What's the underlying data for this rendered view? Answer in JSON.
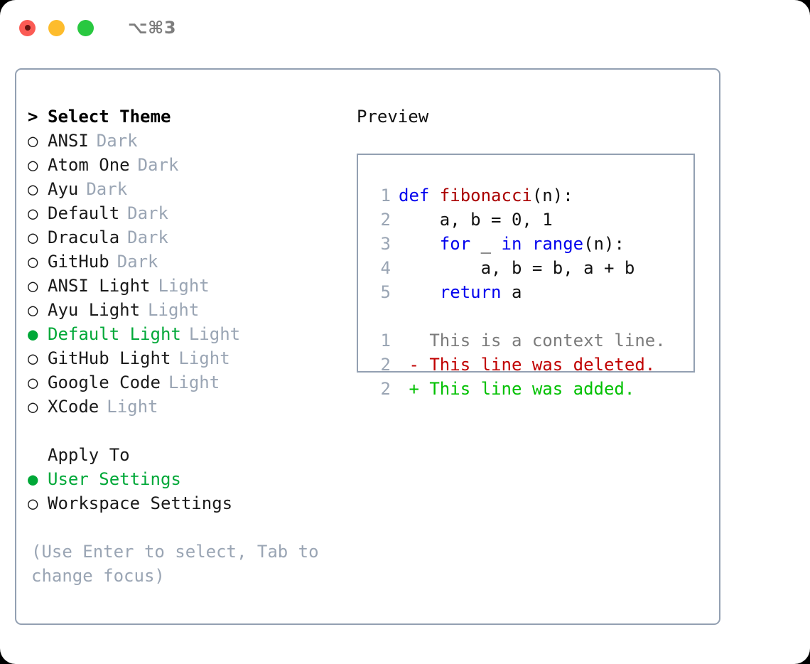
{
  "titlebar": {
    "shortcut": "⌥⌘3",
    "lights": [
      {
        "name": "close",
        "color": "#fb5b54"
      },
      {
        "name": "minimize",
        "color": "#fdbc2c"
      },
      {
        "name": "maximize",
        "color": "#29c840"
      }
    ]
  },
  "colors": {
    "selected": "#00a838",
    "muted": "#9aa5b4",
    "border": "#93a0b2",
    "keyword": "#0000ee",
    "function": "#aa0000",
    "added": "#00c000",
    "deleted": "#c00000",
    "context": "#7b7b7b"
  },
  "theme_list": {
    "heading": "Select Theme",
    "heading_marker": ">",
    "marker_unselected": "○",
    "marker_selected": "●",
    "items": [
      {
        "label": "ANSI",
        "suffix": "Dark",
        "selected": false
      },
      {
        "label": "Atom One",
        "suffix": "Dark",
        "selected": false
      },
      {
        "label": "Ayu",
        "suffix": "Dark",
        "selected": false
      },
      {
        "label": "Default",
        "suffix": "Dark",
        "selected": false
      },
      {
        "label": "Dracula",
        "suffix": "Dark",
        "selected": false
      },
      {
        "label": "GitHub",
        "suffix": "Dark",
        "selected": false
      },
      {
        "label": "ANSI Light",
        "suffix": "Light",
        "selected": false
      },
      {
        "label": "Ayu Light",
        "suffix": "Light",
        "selected": false
      },
      {
        "label": "Default Light",
        "suffix": "Light",
        "selected": true
      },
      {
        "label": "GitHub Light",
        "suffix": "Light",
        "selected": false
      },
      {
        "label": "Google Code",
        "suffix": "Light",
        "selected": false
      },
      {
        "label": "XCode",
        "suffix": "Light",
        "selected": false
      }
    ]
  },
  "apply_to": {
    "heading": "Apply To",
    "items": [
      {
        "label": "User Settings",
        "selected": true
      },
      {
        "label": "Workspace Settings",
        "selected": false
      }
    ]
  },
  "hint": "(Use Enter to select, Tab to change focus)",
  "preview": {
    "title": "Preview",
    "code_lines": [
      {
        "no": "1",
        "tokens": [
          {
            "t": "def ",
            "c": "kw"
          },
          {
            "t": "fibonacci",
            "c": "fn"
          },
          {
            "t": "(n):",
            "c": "pln"
          }
        ]
      },
      {
        "no": "2",
        "tokens": [
          {
            "t": "    a, b = 0, 1",
            "c": "pln"
          }
        ]
      },
      {
        "no": "3",
        "tokens": [
          {
            "t": "    ",
            "c": "pln"
          },
          {
            "t": "for",
            "c": "kw"
          },
          {
            "t": " _ ",
            "c": "pln"
          },
          {
            "t": "in range",
            "c": "kw"
          },
          {
            "t": "(n):",
            "c": "pln"
          }
        ]
      },
      {
        "no": "4",
        "tokens": [
          {
            "t": "        a, b = b, a + b",
            "c": "pln"
          }
        ]
      },
      {
        "no": "5",
        "tokens": [
          {
            "t": "    ",
            "c": "pln"
          },
          {
            "t": "return",
            "c": "kw"
          },
          {
            "t": " a",
            "c": "pln"
          }
        ]
      }
    ],
    "diff_lines": [
      {
        "no": "1",
        "tokens": [
          {
            "t": "   This is a context line.",
            "c": "ctx"
          }
        ]
      },
      {
        "no": "2",
        "tokens": [
          {
            "t": " - This line was deleted.",
            "c": "del"
          }
        ]
      },
      {
        "no": "2",
        "tokens": [
          {
            "t": " + This line was added.",
            "c": "add"
          }
        ]
      }
    ]
  }
}
